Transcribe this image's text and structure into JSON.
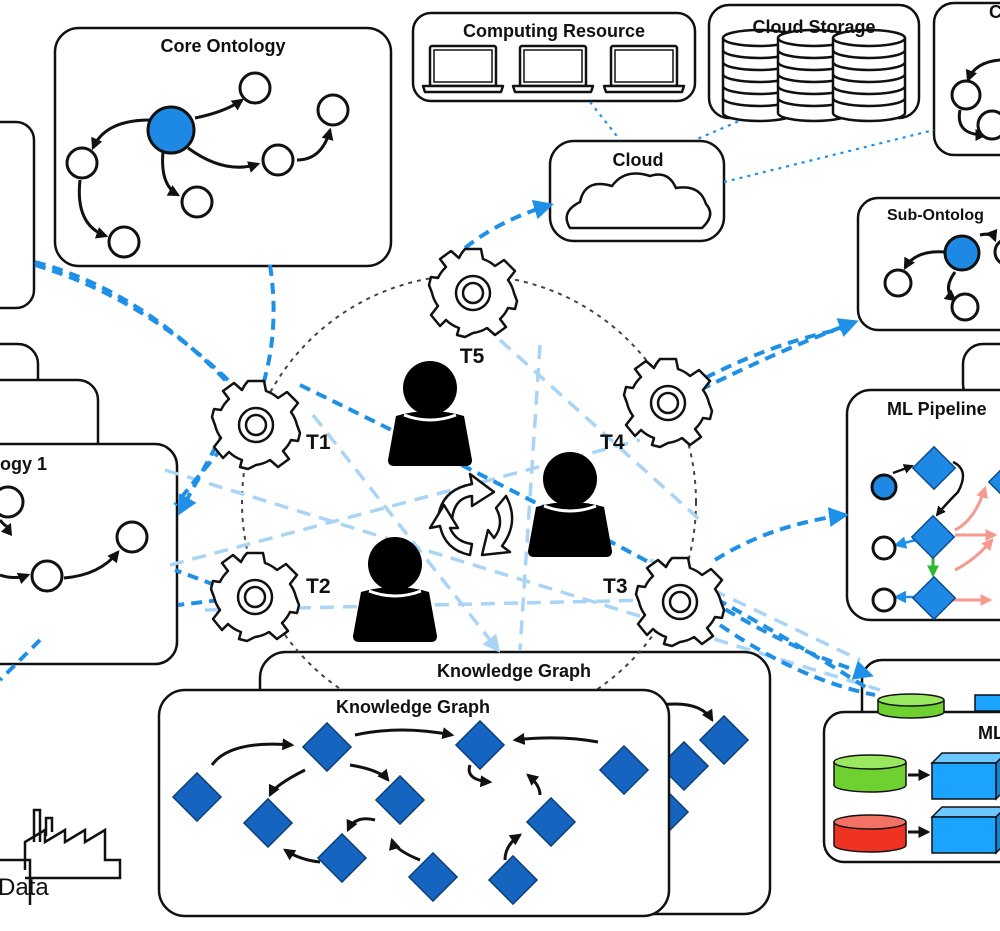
{
  "panels": {
    "core_ontology": "Core Ontology",
    "computing_resource": "Computing Resource",
    "cloud_storage": "Cloud Storage",
    "cloud": "Cloud",
    "sub_ontology": "Sub-Ontolog",
    "top_right_partial": "C",
    "ml_pipeline": "ML Pipeline",
    "ontology_1": "ogy 1",
    "knowledge_graph_back": "Knowledge Graph",
    "knowledge_graph_front": "Knowledge Graph",
    "ml_partial": "ML",
    "data": "Data"
  },
  "tasks": [
    "T1",
    "T2",
    "T3",
    "T4",
    "T5"
  ],
  "colors": {
    "link_blue": "#1E90E8",
    "link_light": "#A9D4F5",
    "node_blue": "#1E88E5",
    "diamond_blue": "#1565C0",
    "pipeline_blue": "#1E88E5",
    "db_green": "#6FD12F",
    "db_red": "#EE3322",
    "cube_blue": "#1AA3FF",
    "salmon": "#F59A8F",
    "green_arrow": "#2DB82D"
  },
  "icons": [
    "gear-icon",
    "user-icon",
    "laptop-icon",
    "database-stack-icon",
    "cloud-icon",
    "refresh-cycle-icon",
    "factory-icon"
  ]
}
